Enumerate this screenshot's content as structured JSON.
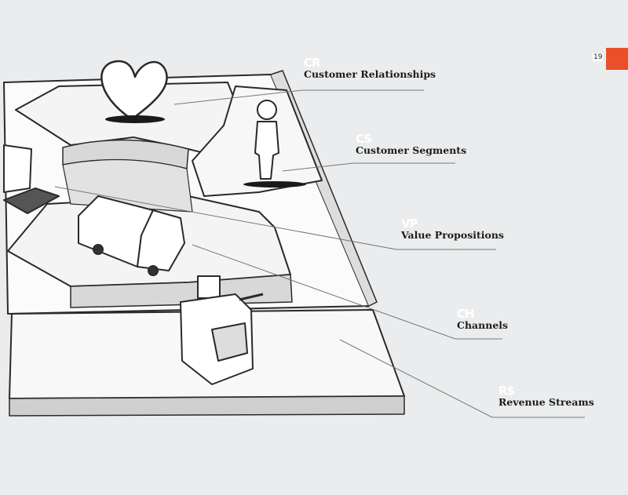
{
  "page": {
    "number": "19",
    "accent_color": "#e9502a"
  },
  "labels": [
    {
      "abbr": "CR",
      "name": "Customer Relationships"
    },
    {
      "abbr": "CS",
      "name": "Customer Segments"
    },
    {
      "abbr": "VP",
      "name": "Value Propositions"
    },
    {
      "abbr": "CH",
      "name": "Channels"
    },
    {
      "abbr": "R$",
      "name": "Revenue Streams"
    }
  ]
}
